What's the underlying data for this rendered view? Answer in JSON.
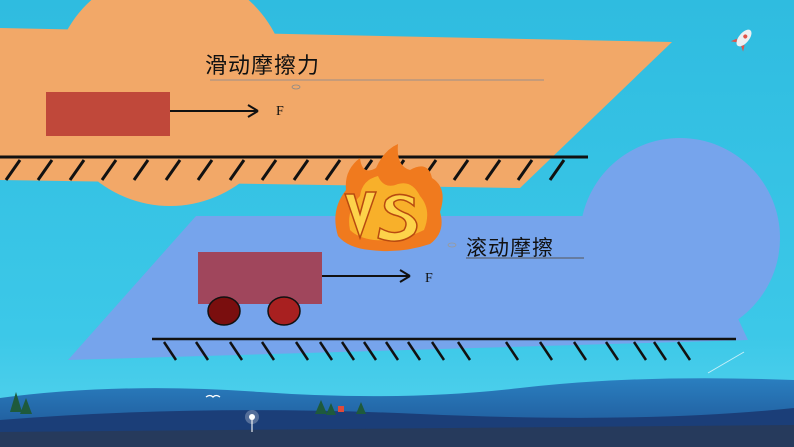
{
  "diagram": {
    "top": {
      "title": "滑动摩擦力",
      "force_label": "F"
    },
    "bottom": {
      "title": "滚动摩擦",
      "force_label": "F"
    },
    "versus_label": "VS"
  },
  "colors": {
    "background": "#35bfe0",
    "orange_panel": "#f2a868",
    "blue_panel": "#76a4ec",
    "sliding_block": "#c0483a",
    "rolling_cart": "#a0465c",
    "wheel": "#7a0e0e"
  },
  "icons": [
    "rocket-icon",
    "vs-flame-icon",
    "link-icon",
    "link-icon",
    "street-lamp-icon",
    "bird-icon"
  ]
}
